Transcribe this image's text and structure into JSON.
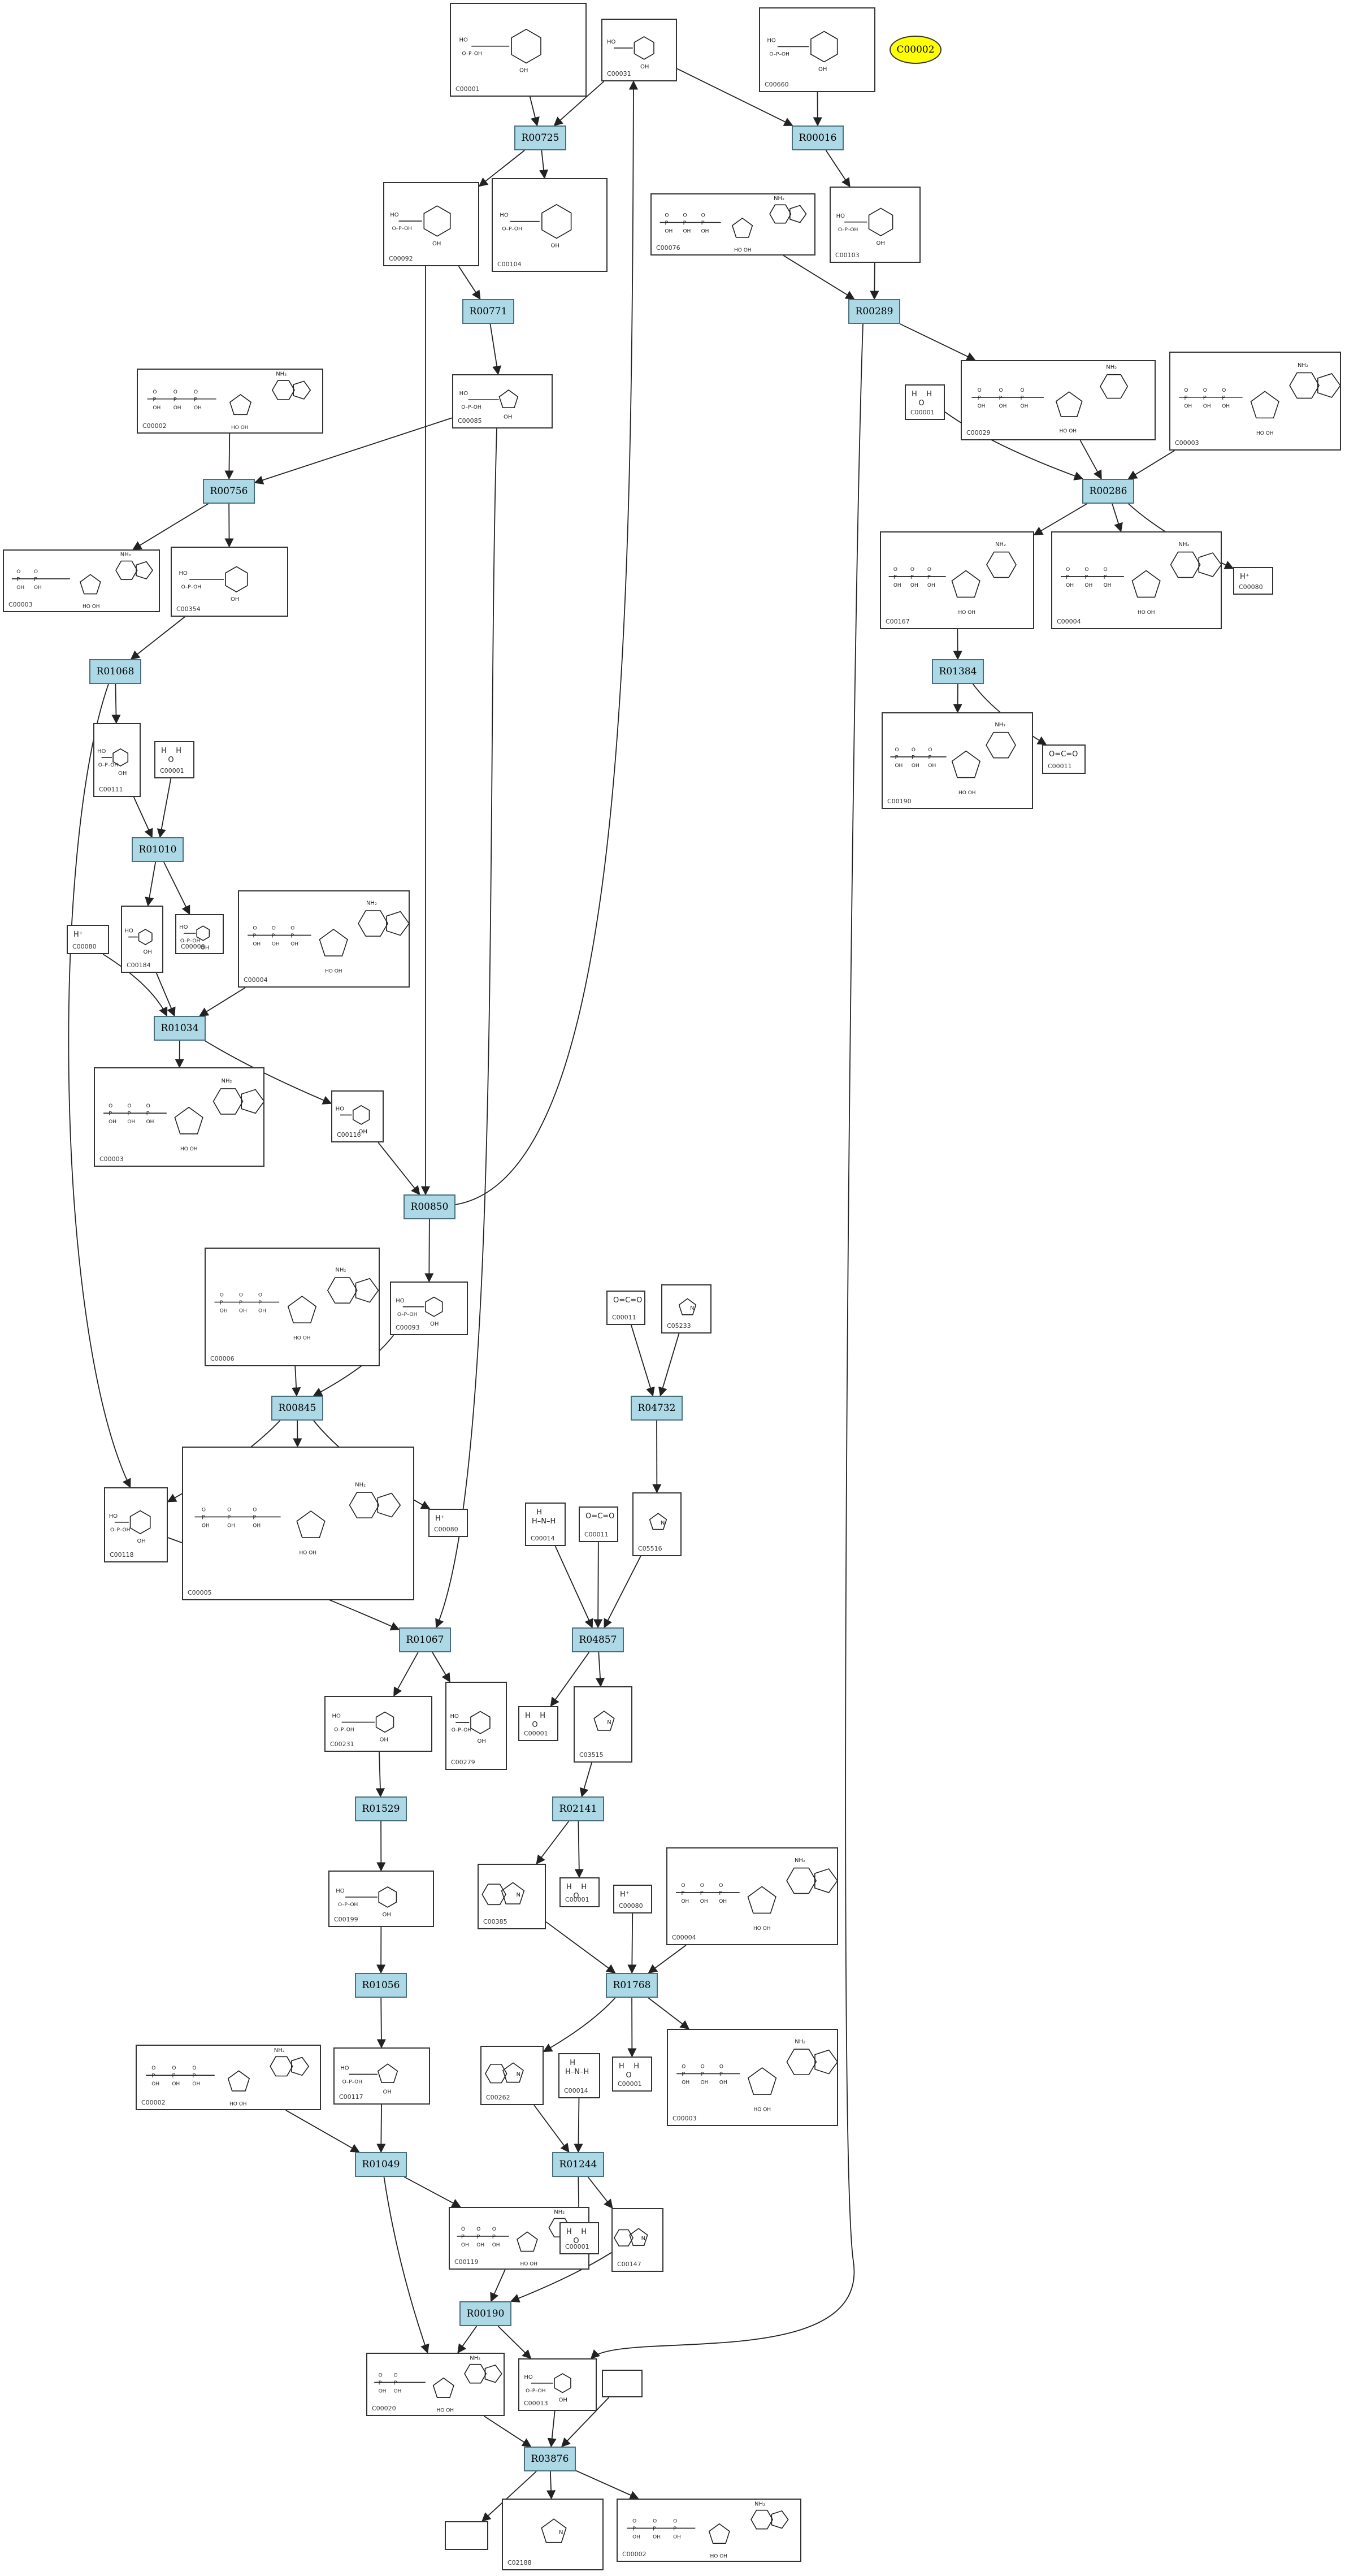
{
  "colors": {
    "reaction_fill": "#add8e6",
    "highlight_fill": "#ffff00",
    "edge": "#222222"
  },
  "highlight": {
    "label": "C00002"
  },
  "reactions": [
    {
      "id": "r1",
      "label": "R00725"
    },
    {
      "id": "r2",
      "label": "R00016"
    },
    {
      "id": "r3",
      "label": "R00771"
    },
    {
      "id": "r4",
      "label": "R00289"
    },
    {
      "id": "r5",
      "label": "R00756"
    },
    {
      "id": "r6",
      "label": "R00286"
    },
    {
      "id": "r7",
      "label": "R01068"
    },
    {
      "id": "r8",
      "label": "R01384"
    },
    {
      "id": "r9",
      "label": "R01010"
    },
    {
      "id": "r10",
      "label": "R01034"
    },
    {
      "id": "r11",
      "label": "R00850"
    },
    {
      "id": "r12",
      "label": "R00845"
    },
    {
      "id": "r13",
      "label": "R04732"
    },
    {
      "id": "r14",
      "label": "R01067"
    },
    {
      "id": "r15",
      "label": "R04857"
    },
    {
      "id": "r16",
      "label": "R01529"
    },
    {
      "id": "r17",
      "label": "R02141"
    },
    {
      "id": "r18",
      "label": "R01056"
    },
    {
      "id": "r19",
      "label": "R01768"
    },
    {
      "id": "r20",
      "label": "R01049"
    },
    {
      "id": "r21",
      "label": "R01244"
    },
    {
      "id": "r22",
      "label": "R00190"
    },
    {
      "id": "r23",
      "label": "R03876"
    }
  ],
  "compounds": [
    {
      "id": "c1",
      "label": "C00001",
      "icon": "nucleotide-diphosphate-structure"
    },
    {
      "id": "c2",
      "label": "C00031",
      "icon": "hexose-ring-structure"
    },
    {
      "id": "c3",
      "label": "C00660",
      "icon": "phosphosugar-structure"
    },
    {
      "id": "c4",
      "label": "C00092",
      "icon": "hexose-phosphate-structure"
    },
    {
      "id": "c5",
      "label": "C00104",
      "icon": "nucleotide-diphosphate-structure"
    },
    {
      "id": "c6",
      "label": "C00076",
      "icon": "nucleotide-sugar-structure"
    },
    {
      "id": "c7",
      "label": "C00103",
      "icon": "hexose-phosphate-structure"
    },
    {
      "id": "c8",
      "label": "C00085",
      "icon": "furanose-phosphate-structure"
    },
    {
      "id": "c9",
      "label": "C00002",
      "icon": "atp-structure"
    },
    {
      "id": "c10",
      "label": "C00001",
      "icon": "water-structure"
    },
    {
      "id": "c11",
      "label": "C00029",
      "icon": "udp-glucose-structure"
    },
    {
      "id": "c12",
      "label": "C00003",
      "icon": "nad-structure"
    },
    {
      "id": "c13",
      "label": "C00003",
      "icon": "adp-structure"
    },
    {
      "id": "c14",
      "label": "C00354",
      "icon": "bisphosphate-structure"
    },
    {
      "id": "c15",
      "label": "C00167",
      "icon": "udp-glucuronate-structure"
    },
    {
      "id": "c16",
      "label": "C00004",
      "icon": "nadh-structure"
    },
    {
      "id": "c17",
      "label": "C00080",
      "icon": "proton-structure"
    },
    {
      "id": "c18",
      "label": "C00111",
      "icon": "triose-phosphate-structure"
    },
    {
      "id": "c19",
      "label": "C00001",
      "icon": "water-structure"
    },
    {
      "id": "c20",
      "label": "C00190",
      "icon": "udp-xylose-structure"
    },
    {
      "id": "c21",
      "label": "C00011",
      "icon": "co2-structure"
    },
    {
      "id": "c22",
      "label": "C00184",
      "icon": "dihydroxyacetone-structure"
    },
    {
      "id": "c23",
      "label": "C00009",
      "icon": "phosphate-structure"
    },
    {
      "id": "c24",
      "label": "C00004",
      "icon": "nadh-structure"
    },
    {
      "id": "c25",
      "label": "C00080",
      "icon": "proton-structure"
    },
    {
      "id": "c26",
      "label": "C00003",
      "icon": "nad-structure"
    },
    {
      "id": "c27",
      "label": "C00116",
      "icon": "glycerol-structure"
    },
    {
      "id": "c28",
      "label": "C00006",
      "icon": "nadp-structure"
    },
    {
      "id": "c29",
      "label": "C00093",
      "icon": "glycerol-phosphate-structure"
    },
    {
      "id": "c30",
      "label": "C00011",
      "icon": "co2-structure"
    },
    {
      "id": "c31",
      "label": "C05233",
      "icon": "imidazole-structure"
    },
    {
      "id": "c32",
      "label": "C00118",
      "icon": "glyceraldehyde-phosphate-structure"
    },
    {
      "id": "c33",
      "label": "C00005",
      "icon": "nadph-structure"
    },
    {
      "id": "c34",
      "label": "C00080",
      "icon": "proton-structure"
    },
    {
      "id": "c35",
      "label": "C00014",
      "icon": "ammonia-structure"
    },
    {
      "id": "c36",
      "label": "C00011",
      "icon": "co2-structure"
    },
    {
      "id": "c37",
      "label": "C05516",
      "icon": "aminoimidazole-structure"
    },
    {
      "id": "c38",
      "label": "C00231",
      "icon": "xylulose-phosphate-structure"
    },
    {
      "id": "c39",
      "label": "C00279",
      "icon": "erythrose-phosphate-structure"
    },
    {
      "id": "c40",
      "label": "C00001",
      "icon": "water-structure"
    },
    {
      "id": "c41",
      "label": "C03515",
      "icon": "carboxamide-imidazole-structure"
    },
    {
      "id": "c42",
      "label": "C00199",
      "icon": "ribulose-phosphate-structure"
    },
    {
      "id": "c43",
      "label": "C00385",
      "icon": "xanthine-structure"
    },
    {
      "id": "c44",
      "label": "C00001",
      "icon": "water-structure"
    },
    {
      "id": "c45",
      "label": "C00080",
      "icon": "proton-structure"
    },
    {
      "id": "c46",
      "label": "C00004",
      "icon": "nadh-structure"
    },
    {
      "id": "c47",
      "label": "C00117",
      "icon": "ribose-phosphate-structure"
    },
    {
      "id": "c48",
      "label": "C00002",
      "icon": "atp-structure"
    },
    {
      "id": "c49",
      "label": "C00262",
      "icon": "hypoxanthine-structure"
    },
    {
      "id": "c50",
      "label": "C00014",
      "icon": "ammonia-structure"
    },
    {
      "id": "c51",
      "label": "C00001",
      "icon": "water-structure"
    },
    {
      "id": "c52",
      "label": "C00003",
      "icon": "nad-structure"
    },
    {
      "id": "c53",
      "label": "C00119",
      "icon": "prpp-structure"
    },
    {
      "id": "c54",
      "label": "C00001",
      "icon": "water-structure"
    },
    {
      "id": "c55",
      "label": "C00147",
      "icon": "adenine-structure"
    },
    {
      "id": "c56",
      "label": "C00020",
      "icon": "amp-structure"
    },
    {
      "id": "c57",
      "label": "C00013",
      "icon": "pyrophosphate-structure"
    },
    {
      "id": "c58",
      "label": "",
      "icon": "empty-box"
    },
    {
      "id": "c59",
      "label": "",
      "icon": "empty-box"
    },
    {
      "id": "c60",
      "label": "C02188",
      "icon": "lysine-residue-structure"
    },
    {
      "id": "c61",
      "label": "C00002",
      "icon": "atp-structure"
    }
  ],
  "formulas": {
    "water": "H    H\n   O",
    "proton": "H⁺",
    "co2": "O=C=O",
    "ammonia": "  H\nH–N–H"
  }
}
